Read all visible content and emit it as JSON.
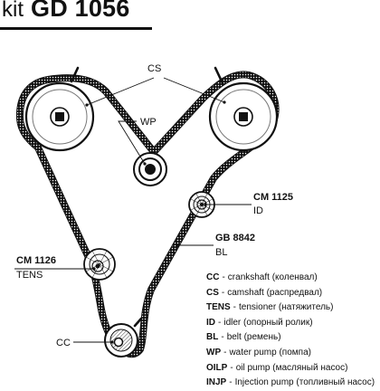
{
  "title": {
    "prefix": "kit",
    "code": "GD 1056"
  },
  "callouts": {
    "cs": "CS",
    "wp": "WP",
    "cm1125": "CM 1125",
    "id": "ID",
    "gb8842": "GB 8842",
    "bl": "BL",
    "cm1126": "CM 1126",
    "tens": "TENS",
    "cc": "CC"
  },
  "legend": [
    {
      "code": "CC",
      "sep": "-",
      "text": "crankshaft (коленвал)"
    },
    {
      "code": "CS",
      "sep": "-",
      "text": "camshaft (распредвал)"
    },
    {
      "code": "TENS",
      "sep": "-",
      "text": "tensioner (натяжитель)"
    },
    {
      "code": "ID",
      "sep": "-",
      "text": "idler (опорный ролик)"
    },
    {
      "code": "BL",
      "sep": "-",
      "text": "belt (ремень)"
    },
    {
      "code": "WP",
      "sep": "-",
      "text": "water pump (помпа)"
    },
    {
      "code": "OILP",
      "sep": "-",
      "text": "oil pump (масляный насос)"
    },
    {
      "code": "INJP",
      "sep": "-",
      "text": "Injection pump (топливный насос)"
    }
  ]
}
